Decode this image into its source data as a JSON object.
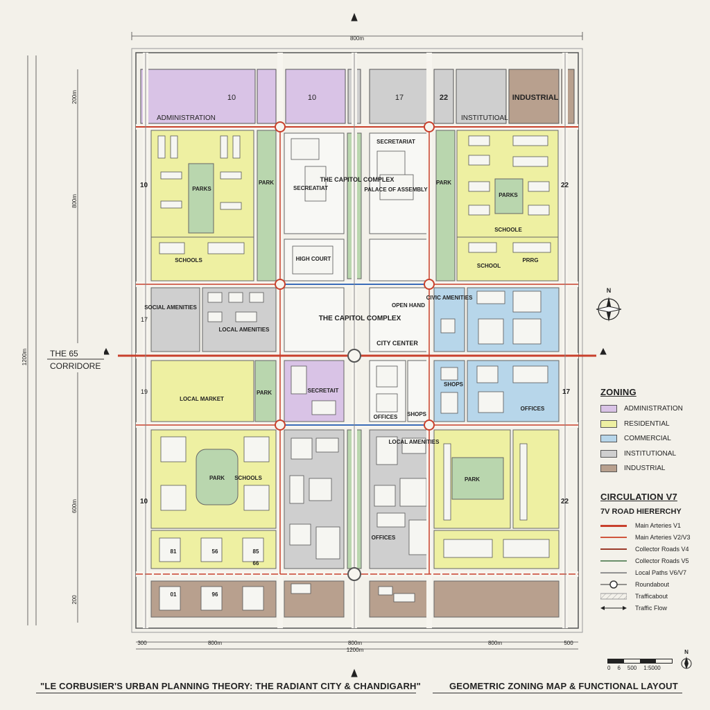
{
  "dimensions": {
    "top": "800m",
    "bottom_segments": [
      "300",
      "800m",
      "800m",
      "800m",
      "500"
    ],
    "bottom_total": "1200m",
    "left_rows": [
      "200m",
      "800m",
      "600m",
      "200"
    ],
    "left_total": "1200m"
  },
  "corridor_label": [
    "THE 65",
    "CORRIDORE"
  ],
  "side_labels": {
    "left": [
      "10",
      "17",
      "19",
      "10"
    ],
    "right": [
      "22",
      "17",
      "22"
    ]
  },
  "map_labels": {
    "top_administration": "ADMINISTRATION",
    "top_10a": "10",
    "top_10b": "10",
    "top_17": "17",
    "top_22": "22",
    "top_industrial": "INDUSTRIAL",
    "top_institutional": "INSTITUTIOAL",
    "parks_nw": "PARKS",
    "park_strip_w": "PARK",
    "schools_w": "SCHOOLS",
    "secretariat_w": "SECREATIAT",
    "capitol_complex": "THE CAPITOL COMPLEX",
    "secretariat_n": "SECRETARIAT",
    "palace_assembly": "PALACE OF ASSEMBLY",
    "high_court": "HIGH COURT",
    "park_strip_e": "PARK",
    "parks_ne": "PARKS",
    "schoole_ne": "SCHOOLE",
    "school_e": "SCHOOL",
    "prrg": "PRRG",
    "social_amenities": "SOCIAL AMENITIES",
    "local_amenities_w": "LOCAL AMENITIES",
    "capitol_complex_center": "THE CAPITOL COMPLEX",
    "open_hand": "OPEN HAND",
    "city_center": "CITY CENTER",
    "civic_amenities": "CIVIC AMENITIES",
    "local_market": "LOCAL MARKET",
    "park_mid_w": "PARK",
    "secretariat_mid": "SECRETAIT",
    "offices_mid": "OFFICES",
    "shops_mid": "SHOPS",
    "shops_e": "SHOPS",
    "offices_e": "OFFICES",
    "park_sw": "PARK",
    "schools_sw": "SCHOOLS",
    "local_amenities_s": "LOCAL AMENITIES",
    "offices_s": "OFFICES",
    "park_se": "PARK",
    "block_81": "81",
    "block_56": "56",
    "block_85": "85",
    "block_66": "66",
    "block_01": "01",
    "block_96": "96"
  },
  "legend": {
    "zoning_title": "ZONING",
    "zoning": [
      {
        "label": "ADMINISTRATION",
        "color": "#d9c3e6"
      },
      {
        "label": "RESIDENTIAL",
        "color": "#eef0a2"
      },
      {
        "label": "COMMERCIAL",
        "color": "#b7d6ea"
      },
      {
        "label": "INSTITUTIONAL",
        "color": "#cfcfcf"
      },
      {
        "label": "INDUSTRIAL",
        "color": "#b8a08e"
      }
    ],
    "circulation_title": "CIRCULATION V7",
    "hierarchy_title": "7V ROAD HIERERCHY",
    "roads": [
      {
        "label": "Main Arteries V1",
        "style": "red-thick"
      },
      {
        "label": "Main Arteries V2/V3",
        "style": "red"
      },
      {
        "label": "Collector Roads V4",
        "style": "darkred"
      },
      {
        "label": "Collector Roads V5",
        "style": "green"
      },
      {
        "label": "Local Paths V6/V7",
        "style": "gray"
      },
      {
        "label": "Roundabout",
        "style": "roundabout"
      },
      {
        "label": "Trafficabout",
        "style": "hatch"
      },
      {
        "label": "Traffic Flow",
        "style": "arrow"
      }
    ]
  },
  "compass_label": "N",
  "scale": {
    "labels": [
      "0",
      "6",
      "500",
      "1:5000"
    ],
    "north": "N"
  },
  "footer": {
    "left": "\"LE CORBUSIER'S URBAN PLANNING THEORY: THE RADIANT CITY & CHANDIGARH\"",
    "right": "GEOMETRIC ZONING MAP & FUNCTIONAL LAYOUT"
  },
  "colors": {
    "administration": "#d9c3e6",
    "residential": "#eef0a2",
    "commercial": "#b7d6ea",
    "institutional": "#cfcfcf",
    "industrial": "#b8a08e",
    "park": "#b9d6ae",
    "road_red": "#c8402c"
  }
}
